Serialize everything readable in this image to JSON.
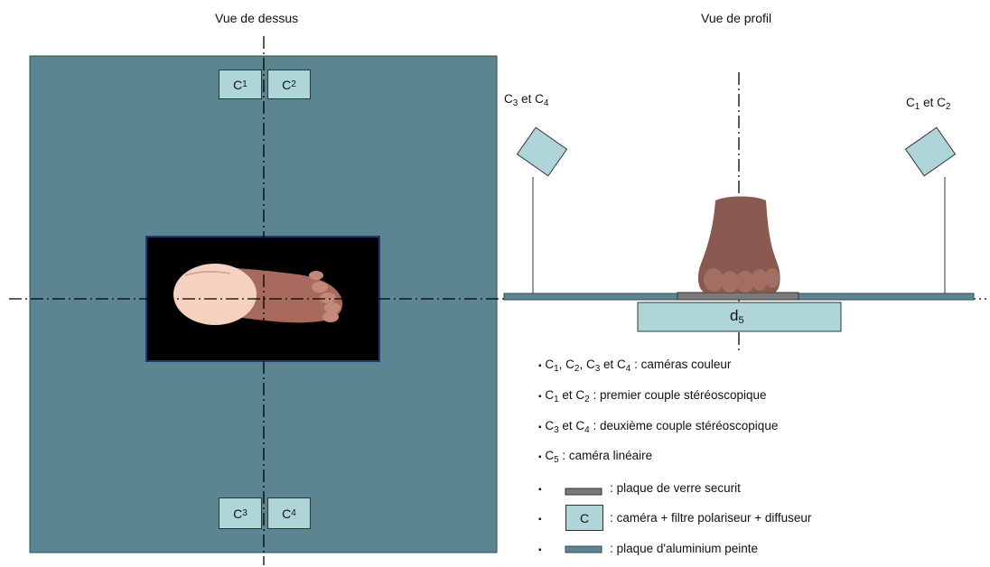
{
  "diagram": {
    "top_view_title": "Vue de dessus",
    "profile_view_title": "Vue de profil",
    "top_cameras": [
      {
        "letter": "C",
        "index": "1"
      },
      {
        "letter": "C",
        "index": "2"
      }
    ],
    "bottom_cameras": [
      {
        "letter": "C",
        "index": "3"
      },
      {
        "letter": "C",
        "index": "4"
      }
    ],
    "left_pole_label": {
      "c": "C",
      "i1": "3",
      "et": " et ",
      "c2": "C",
      "i2": "4"
    },
    "right_pole_label": {
      "c": "C",
      "i1": "1",
      "et": " et ",
      "c2": "C",
      "i2": "2"
    },
    "linear_camera_label": {
      "letter": "d",
      "index": "5"
    },
    "colors": {
      "plate": "#5a8591",
      "camera": "#aed6d8",
      "glass": "#7a7a7a",
      "background": "#ffffff"
    },
    "legend": {
      "l1_cams": {
        "c1": "C",
        "i1": "1",
        "s1": ", ",
        "c2": "C",
        "i2": "2",
        "s2": ", ",
        "c3": "C",
        "i3": "3",
        "s3": " et ",
        "c4": "C",
        "i4": "4"
      },
      "l1_text": " : caméras couleur",
      "l2_cams": {
        "c1": "C",
        "i1": "1",
        "s1": " et ",
        "c2": "C",
        "i2": "2"
      },
      "l2_text": " : premier couple stéréoscopique",
      "l3_cams": {
        "c1": "C",
        "i1": "3",
        "s1": " et ",
        "c2": "C",
        "i2": "4"
      },
      "l3_text": " : deuxième couple stéréoscopique",
      "l4_cam": {
        "c": "C",
        "i": "5"
      },
      "l4_text": " : caméra linéaire",
      "l5_text": " : plaque de verre securit",
      "l6_symbol": "C",
      "l6_text": " : caméra + filtre polariseur + diffuseur",
      "l7_text": " : plaque d'aluminium peinte",
      "bullet": "▪"
    }
  }
}
